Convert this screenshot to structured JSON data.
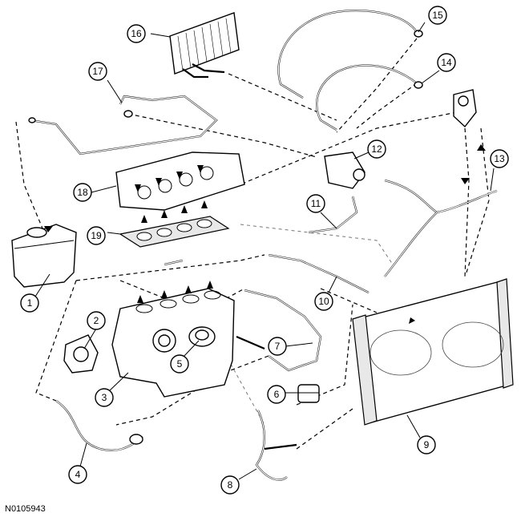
{
  "figure_id": "N0105943",
  "callouts": [
    "1",
    "2",
    "3",
    "4",
    "5",
    "6",
    "7",
    "8",
    "9",
    "10",
    "11",
    "12",
    "13",
    "14",
    "15",
    "16",
    "17",
    "18",
    "19"
  ]
}
